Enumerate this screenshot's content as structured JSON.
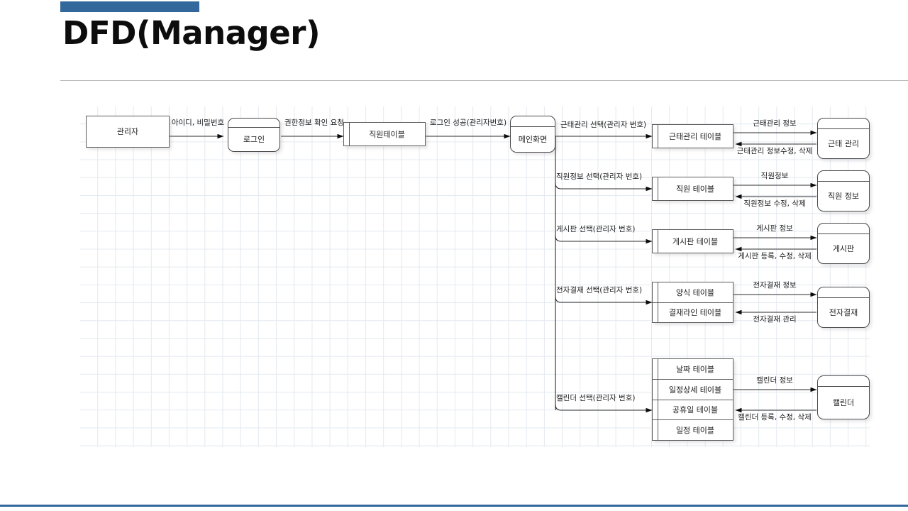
{
  "slide": {
    "title": "DFD(Manager)",
    "accent_color": "#33689c",
    "footer_color": "#33689c",
    "divider_color": "#b8b8b8"
  },
  "diagram": {
    "entities": {
      "manager": "관리자"
    },
    "processes": {
      "login": "로그인",
      "main_screen": "메인화면",
      "attendance_mgmt": "근태 관리",
      "employee_info": "직원 정보",
      "board": "게시판",
      "approval": "전자결재",
      "calendar": "캘린더"
    },
    "stores": {
      "employee_table": "직원테이블",
      "attendance_table": "근태관리 테이블",
      "employee_info_table": "직원 테이블",
      "board_table": "게시판 테이블",
      "form_table": "양식 테이블",
      "approval_line_table": "결재라인 테이블",
      "date_table": "날짜 테이블",
      "schedule_detail_table": "일정상세 테이블",
      "holiday_table": "공휴일 테이블",
      "schedule_table": "일정 테이블"
    },
    "flows": {
      "credentials": "아이디, 비밀번호",
      "auth_check_request": "권한정보 확인 요청",
      "login_success": "로그인 성공(관리자번호)",
      "select_attendance": "근태관리 선택(관리자 번호)",
      "attendance_info": "근태관리 정보",
      "attendance_edit": "근태관리 정보수정, 삭제",
      "select_employee": "직원정보 선택(관리자 번호)",
      "employee_info_flow": "직원정보",
      "employee_edit": "직원정보 수정, 삭제",
      "select_board": "게시판 선택(관리자 번호)",
      "board_info": "게시판 정보",
      "board_edit": "게시판 등록, 수정, 삭제",
      "select_approval": "전자결재 선택(관리자 번호)",
      "approval_info": "전자결재 정보",
      "approval_manage": "전자결재 관리",
      "select_calendar": "캘린더 선택(관리자 번호)",
      "calendar_info": "캘린더 정보",
      "calendar_edit": "캘린더 등록, 수정, 삭제"
    }
  }
}
